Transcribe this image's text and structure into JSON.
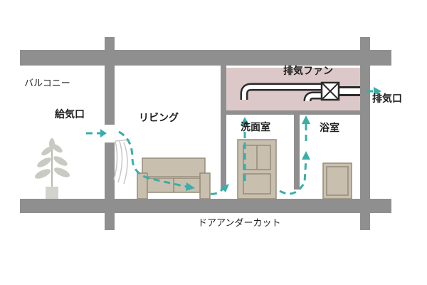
{
  "labels": {
    "balcony": "バルコニー",
    "supply_air": "給気口",
    "living": "リビング",
    "exhaust_fan": "排気ファン",
    "exhaust_port": "排気口",
    "washroom": "洗面室",
    "bathroom": "浴室",
    "door_undercut": "ドアアンダーカット"
  },
  "colors": {
    "wall": "#8f8f8f",
    "duct_room": "#dcc8c8",
    "furniture": "#c9bfae",
    "furniture_edge": "#958b7a",
    "airflow": "#3aaea8",
    "plant": "#c9cbc3",
    "text": "#1f1f1f",
    "duct": "#2b2b2b"
  },
  "icons": [
    "plant-icon",
    "curtain-icon",
    "sofa-icon",
    "cabinet-icon",
    "bathtub-icon",
    "exhaust-fan-icon"
  ]
}
